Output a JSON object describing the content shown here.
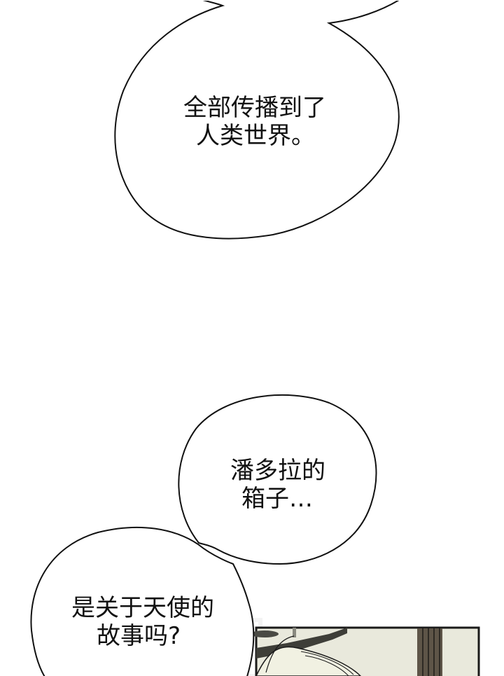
{
  "comic": {
    "bubbles": [
      {
        "lines": [
          "全部传播到了",
          "人类世界。"
        ]
      },
      {
        "lines": [
          "潘多拉的",
          "箱子…"
        ]
      },
      {
        "lines": [
          "是关于天使的",
          "故事吗?"
        ]
      }
    ],
    "panel": {
      "border_color": "#1a1a1a",
      "background_color": "#e9e9dc",
      "pillar_color": "#5e5548"
    }
  }
}
